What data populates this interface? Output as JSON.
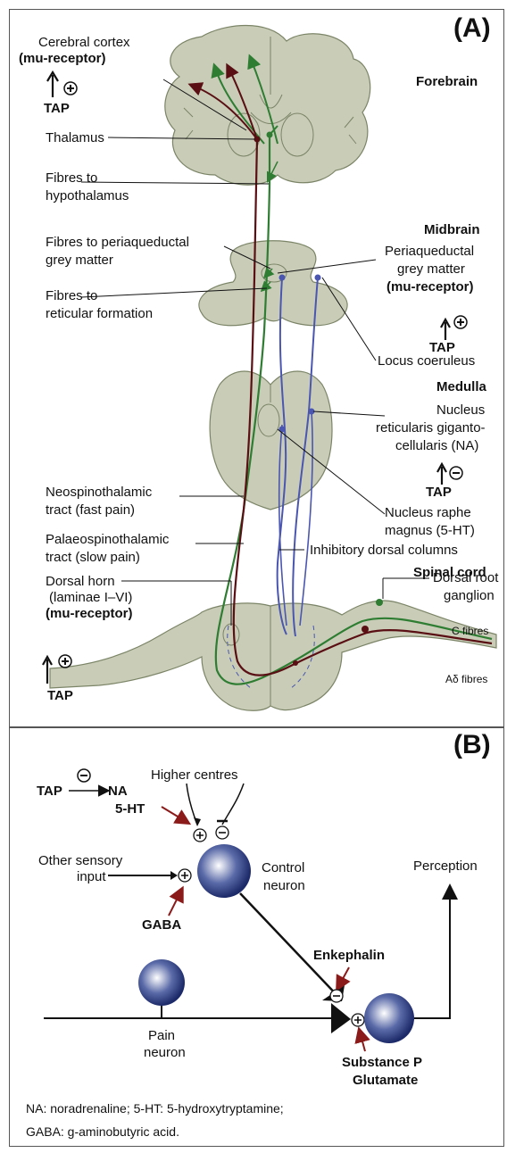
{
  "panel_a": {
    "letter": "(A)",
    "regions": {
      "forebrain": "Forebrain",
      "midbrain": "Midbrain",
      "medulla": "Medulla",
      "spinal_cord": "Spinal cord"
    },
    "labels": {
      "cerebral_cortex": "Cerebral cortex",
      "mu_receptor": "(mu-receptor)",
      "tap": "TAP",
      "thalamus": "Thalamus",
      "fibres_hypo_1": "Fibres to",
      "fibres_hypo_2": "hypothalamus",
      "fibres_pag_1": "Fibres to periaqueductal",
      "fibres_pag_2": "grey matter",
      "fibres_ret_1": "Fibres to",
      "fibres_ret_2": "reticular formation",
      "pag_1": "Periaqueductal",
      "pag_2": "grey matter",
      "locus": "Locus coeruleus",
      "nrgc_1": "Nucleus",
      "nrgc_2": "reticularis giganto-",
      "nrgc_3": "cellularis (NA)",
      "neo_1": "Neospinothalamic",
      "neo_2": "tract (fast pain)",
      "palaeo_1": "Palaeospinothalamic",
      "palaeo_2": "tract (slow pain)",
      "nrm_1": "Nucleus raphe",
      "nrm_2": "magnus (5-HT)",
      "inhib": "Inhibitory dorsal columns",
      "dh_1": "Dorsal horn",
      "dh_2": "(laminae I–VI)",
      "drg_1": "Dorsal root",
      "drg_2": "ganglion",
      "c_fibres": "C fibres",
      "ad_fibres": "Aδ fibres"
    },
    "colors": {
      "tissue": "#c9cdb8",
      "tissue_edge": "#7b8466",
      "green": "#2e7d32",
      "maroon": "#5a0f14",
      "blue": "#4a56b0"
    }
  },
  "panel_b": {
    "letter": "(B)",
    "tap": "TAP",
    "na": "NA",
    "ht": "5-HT",
    "higher": "Higher centres",
    "other_1": "Other sensory",
    "other_2": "input",
    "gaba": "GABA",
    "control_1": "Control",
    "control_2": "neuron",
    "perception": "Perception",
    "enkephalin": "Enkephalin",
    "pain_1": "Pain",
    "pain_2": "neuron",
    "substance_p": "Substance P",
    "glutamate": "Glutamate",
    "footnote_1": "NA: noradrenaline; 5-HT: 5-hydroxytryptamine;",
    "footnote_2": "GABA: g-aminobutyric acid."
  }
}
